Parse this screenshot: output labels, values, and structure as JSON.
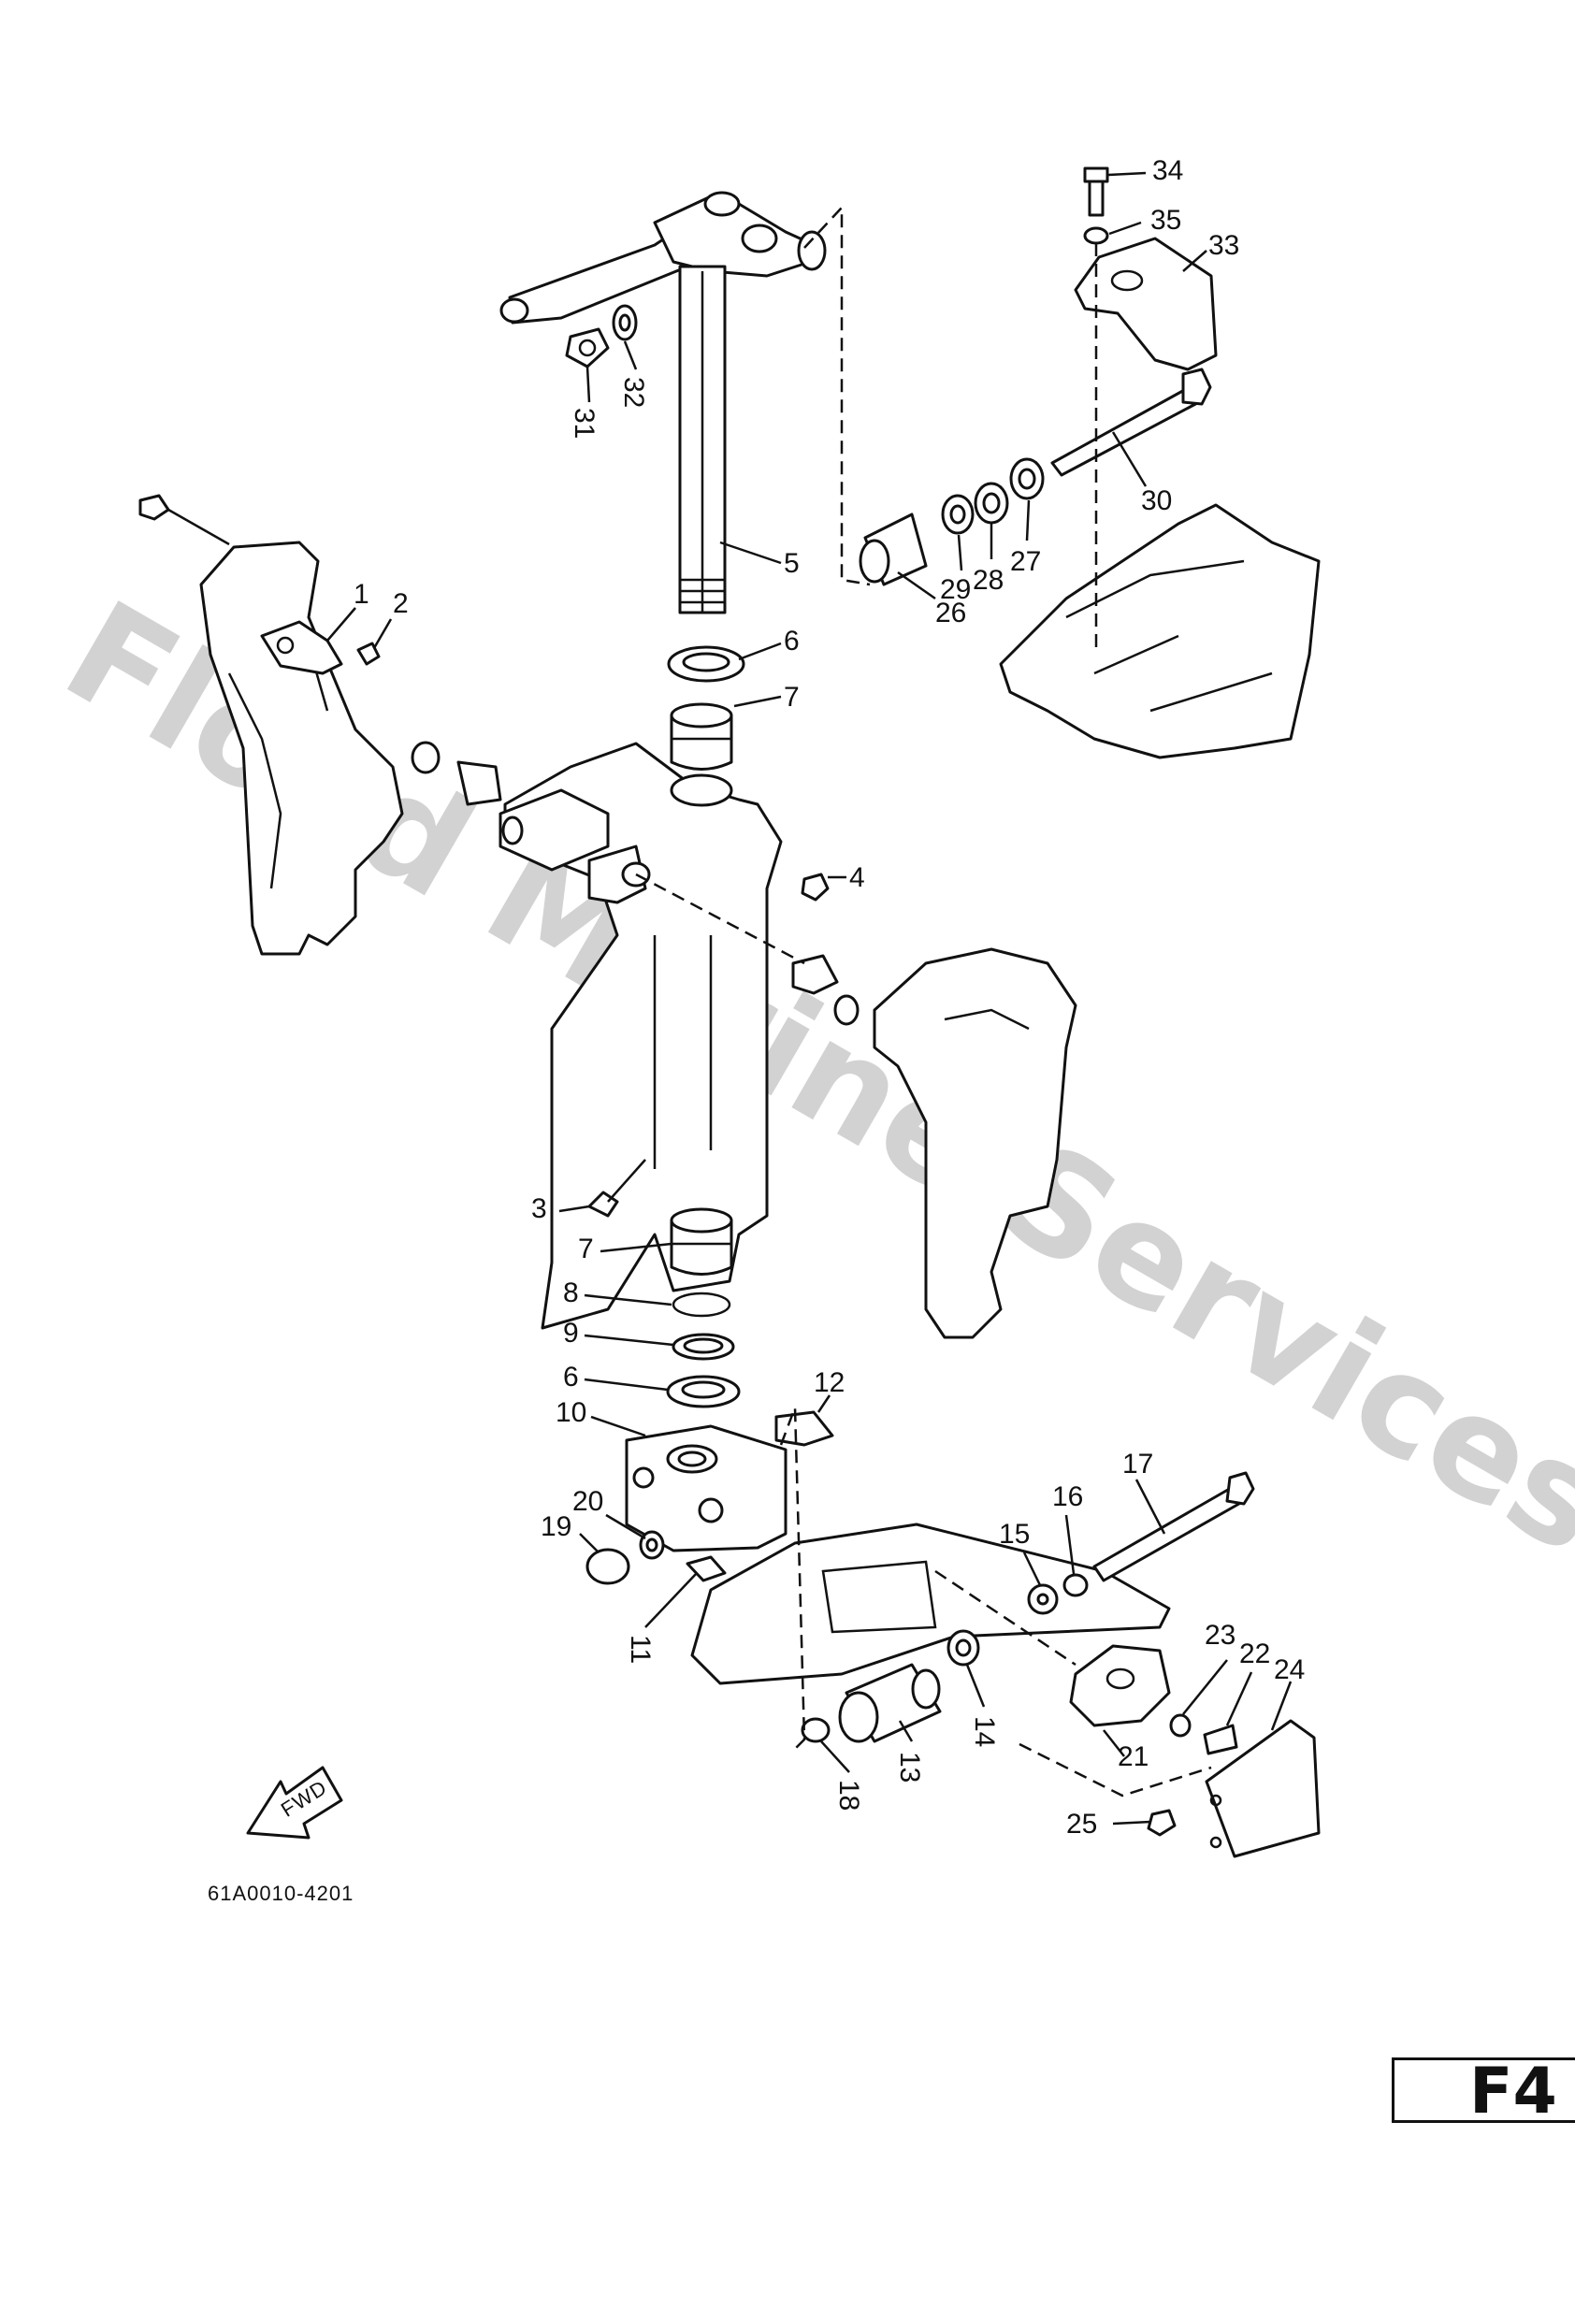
{
  "watermark": "Flood Marine Services",
  "diagram_code": "61A0010-4201",
  "page_tag": "F4",
  "fwd_label": "FWD",
  "callouts": [
    "1",
    "2",
    "3",
    "4",
    "5",
    "6",
    "6",
    "7",
    "7",
    "8",
    "9",
    "10",
    "11",
    "12",
    "13",
    "14",
    "15",
    "16",
    "17",
    "18",
    "19",
    "20",
    "21",
    "22",
    "23",
    "24",
    "25",
    "26",
    "27",
    "28",
    "29",
    "30",
    "31",
    "32",
    "33",
    "34",
    "35"
  ]
}
